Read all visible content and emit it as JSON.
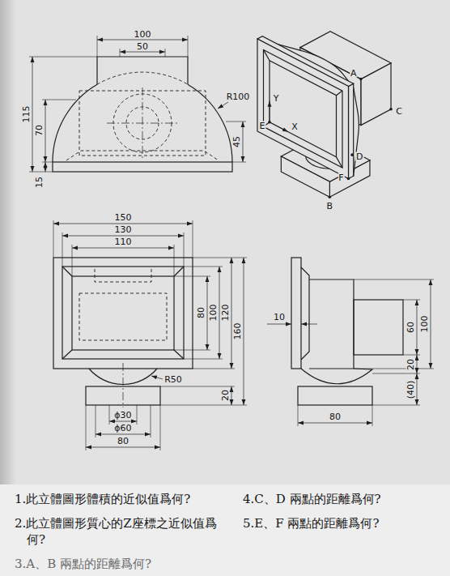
{
  "diagram": {
    "labels": [
      "100",
      "50",
      "R100",
      "115",
      "70",
      "45",
      "15",
      "A",
      "C",
      "Y",
      "E",
      "X",
      "F",
      "D",
      "B",
      "150",
      "130",
      "110",
      "80",
      "100",
      "120",
      "160",
      "R50",
      "20",
      "ϕ30",
      "ϕ60",
      "80",
      "10",
      "60",
      "100",
      "20",
      "(40)",
      "80",
      "1.此立體圖形體積的近似值爲何?",
      "2.此立體圖形質心的Z座標之近似值爲何?",
      "3.A、B 兩點的距離爲何?",
      "4.C、D 兩點的距離爲何?",
      "5.E、F 兩點的距離爲何?"
    ]
  }
}
